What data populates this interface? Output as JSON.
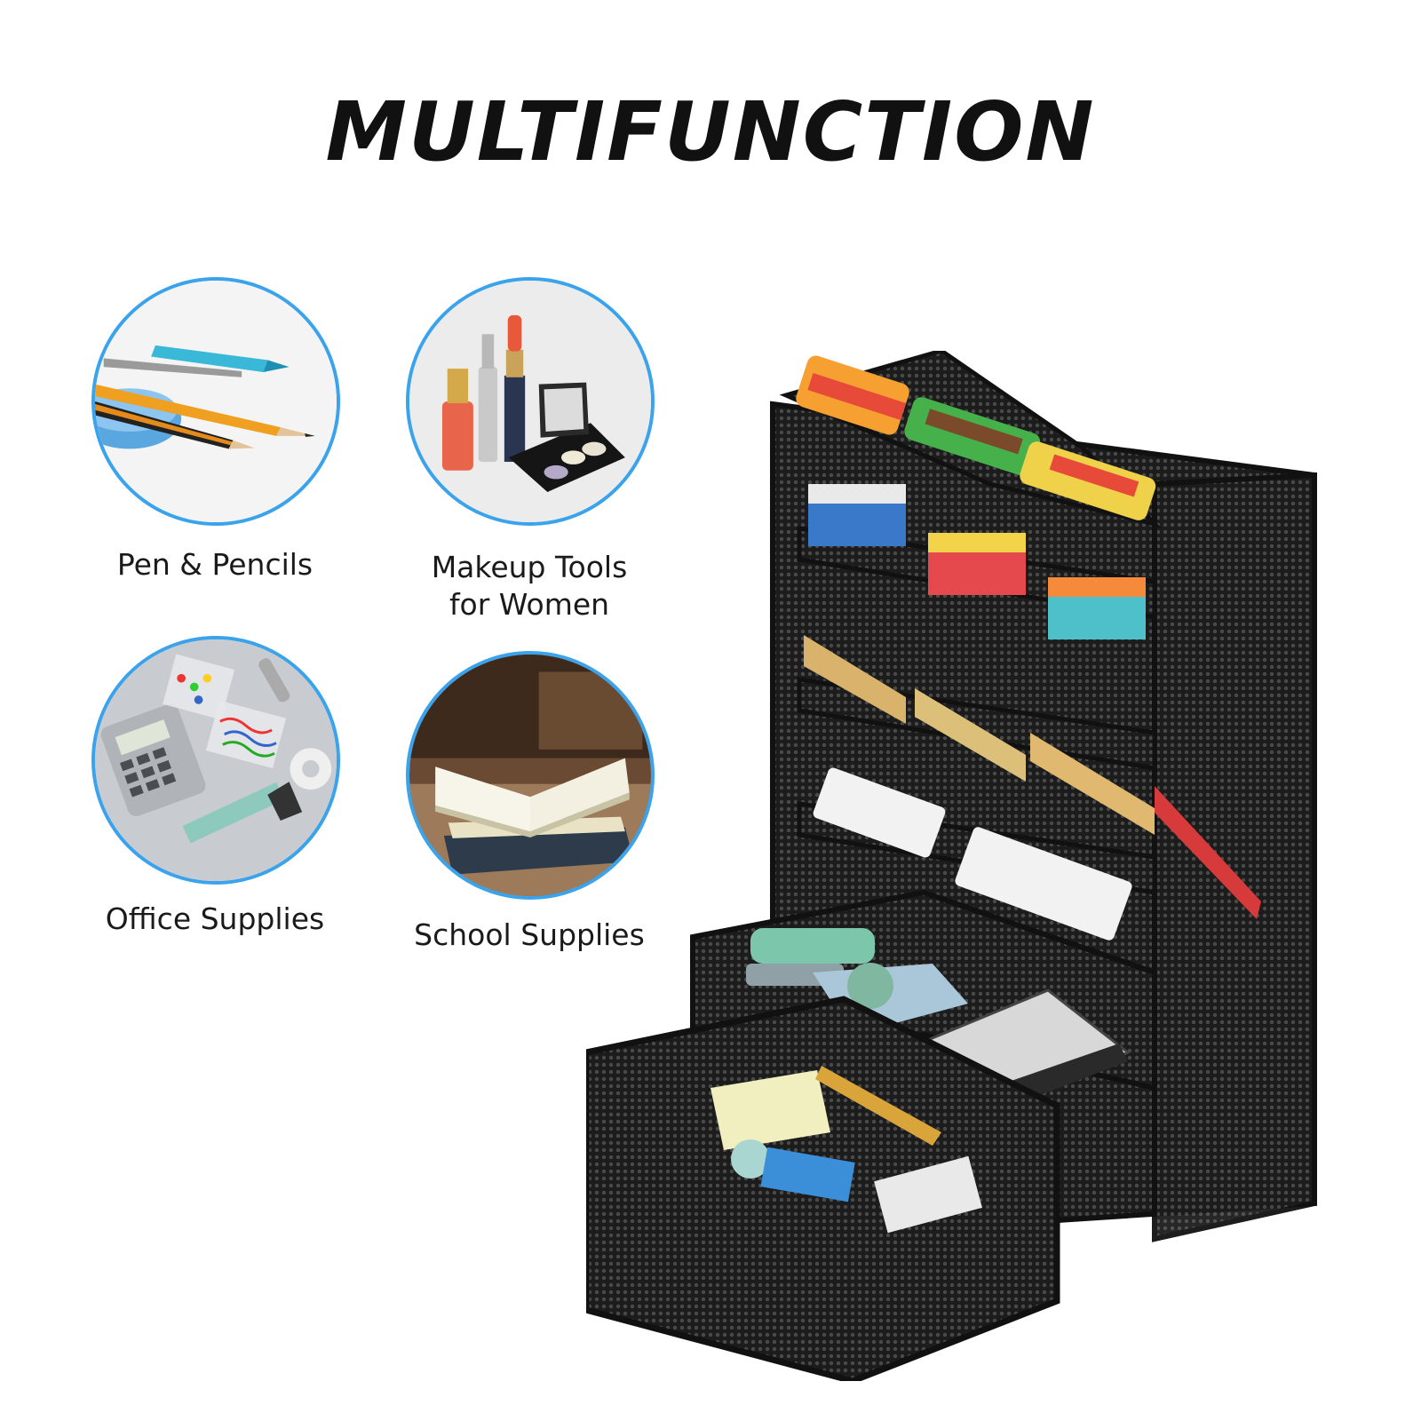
{
  "headline": "MULTIFUNCTION",
  "uses": [
    {
      "icon": "pen-and-pencils-photo",
      "caption_lines": [
        "Pen & Pencils"
      ]
    },
    {
      "icon": "makeup-tools-photo",
      "caption_lines": [
        "Makeup Tools",
        "for Women"
      ]
    },
    {
      "icon": "office-supplies-photo",
      "caption_lines": [
        "Office Supplies"
      ]
    },
    {
      "icon": "school-supplies-photo",
      "caption_lines": [
        "School Supplies"
      ]
    }
  ],
  "colors": {
    "circle_border": "#3aa3ec",
    "headline": "#111111",
    "organizer": "#1c1c1c"
  }
}
